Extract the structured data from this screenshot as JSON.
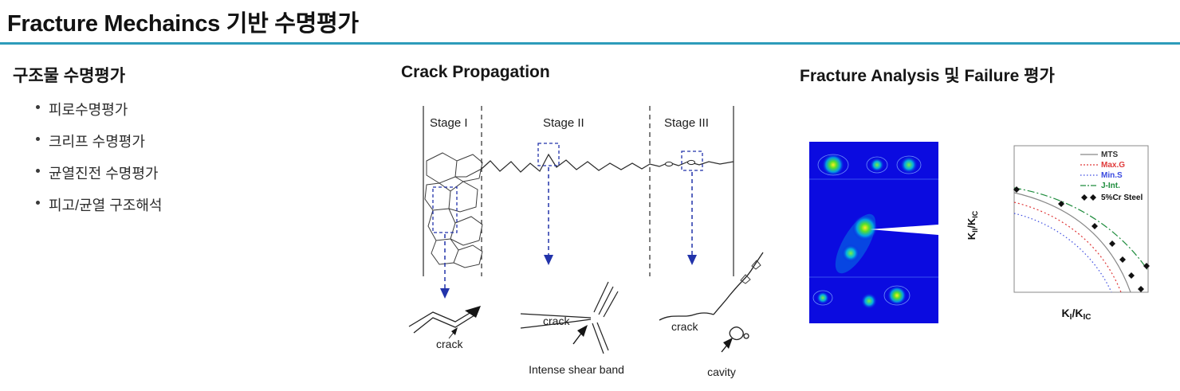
{
  "slide": {
    "title": "Fracture Mechaincs 기반 수명평가",
    "accent_color": "#2D9CBA"
  },
  "left": {
    "heading": "구조물 수명평가",
    "bullets": [
      "피로수명평가",
      "크리프 수명평가",
      "균열진전 수명평가",
      "피고/균열 구조해석"
    ]
  },
  "middle": {
    "heading": "Crack Propagation",
    "stages": [
      "Stage I",
      "Stage II",
      "Stage III"
    ],
    "annotations": {
      "crack1": "crack",
      "crack2": "crack",
      "shear_band": "Intense shear band",
      "crack3": "crack",
      "cavity": "cavity"
    }
  },
  "right": {
    "heading": "Fracture Analysis 및 Failure 평가",
    "fea_plot": {
      "base_color": "#0b0be0",
      "hotspot_color": "#ffee22",
      "notch_color": "#ffffff"
    },
    "chart": {
      "legend": [
        {
          "label": "MTS",
          "color": "#808080"
        },
        {
          "label": "Max.G",
          "color": "#e03a3a"
        },
        {
          "label": "Min.S",
          "color": "#3a4ae0"
        },
        {
          "label": "J-Int.",
          "color": "#1e8c3c"
        },
        {
          "label": "5%Cr Steel",
          "color": "#111111"
        }
      ],
      "y_axis": {
        "k1": "K",
        "sub1": "II",
        "k2": "/K",
        "sub2": "IC"
      },
      "x_axis": {
        "k1": "K",
        "sub1": "I",
        "k2": "/K",
        "sub2": "IC"
      }
    }
  }
}
